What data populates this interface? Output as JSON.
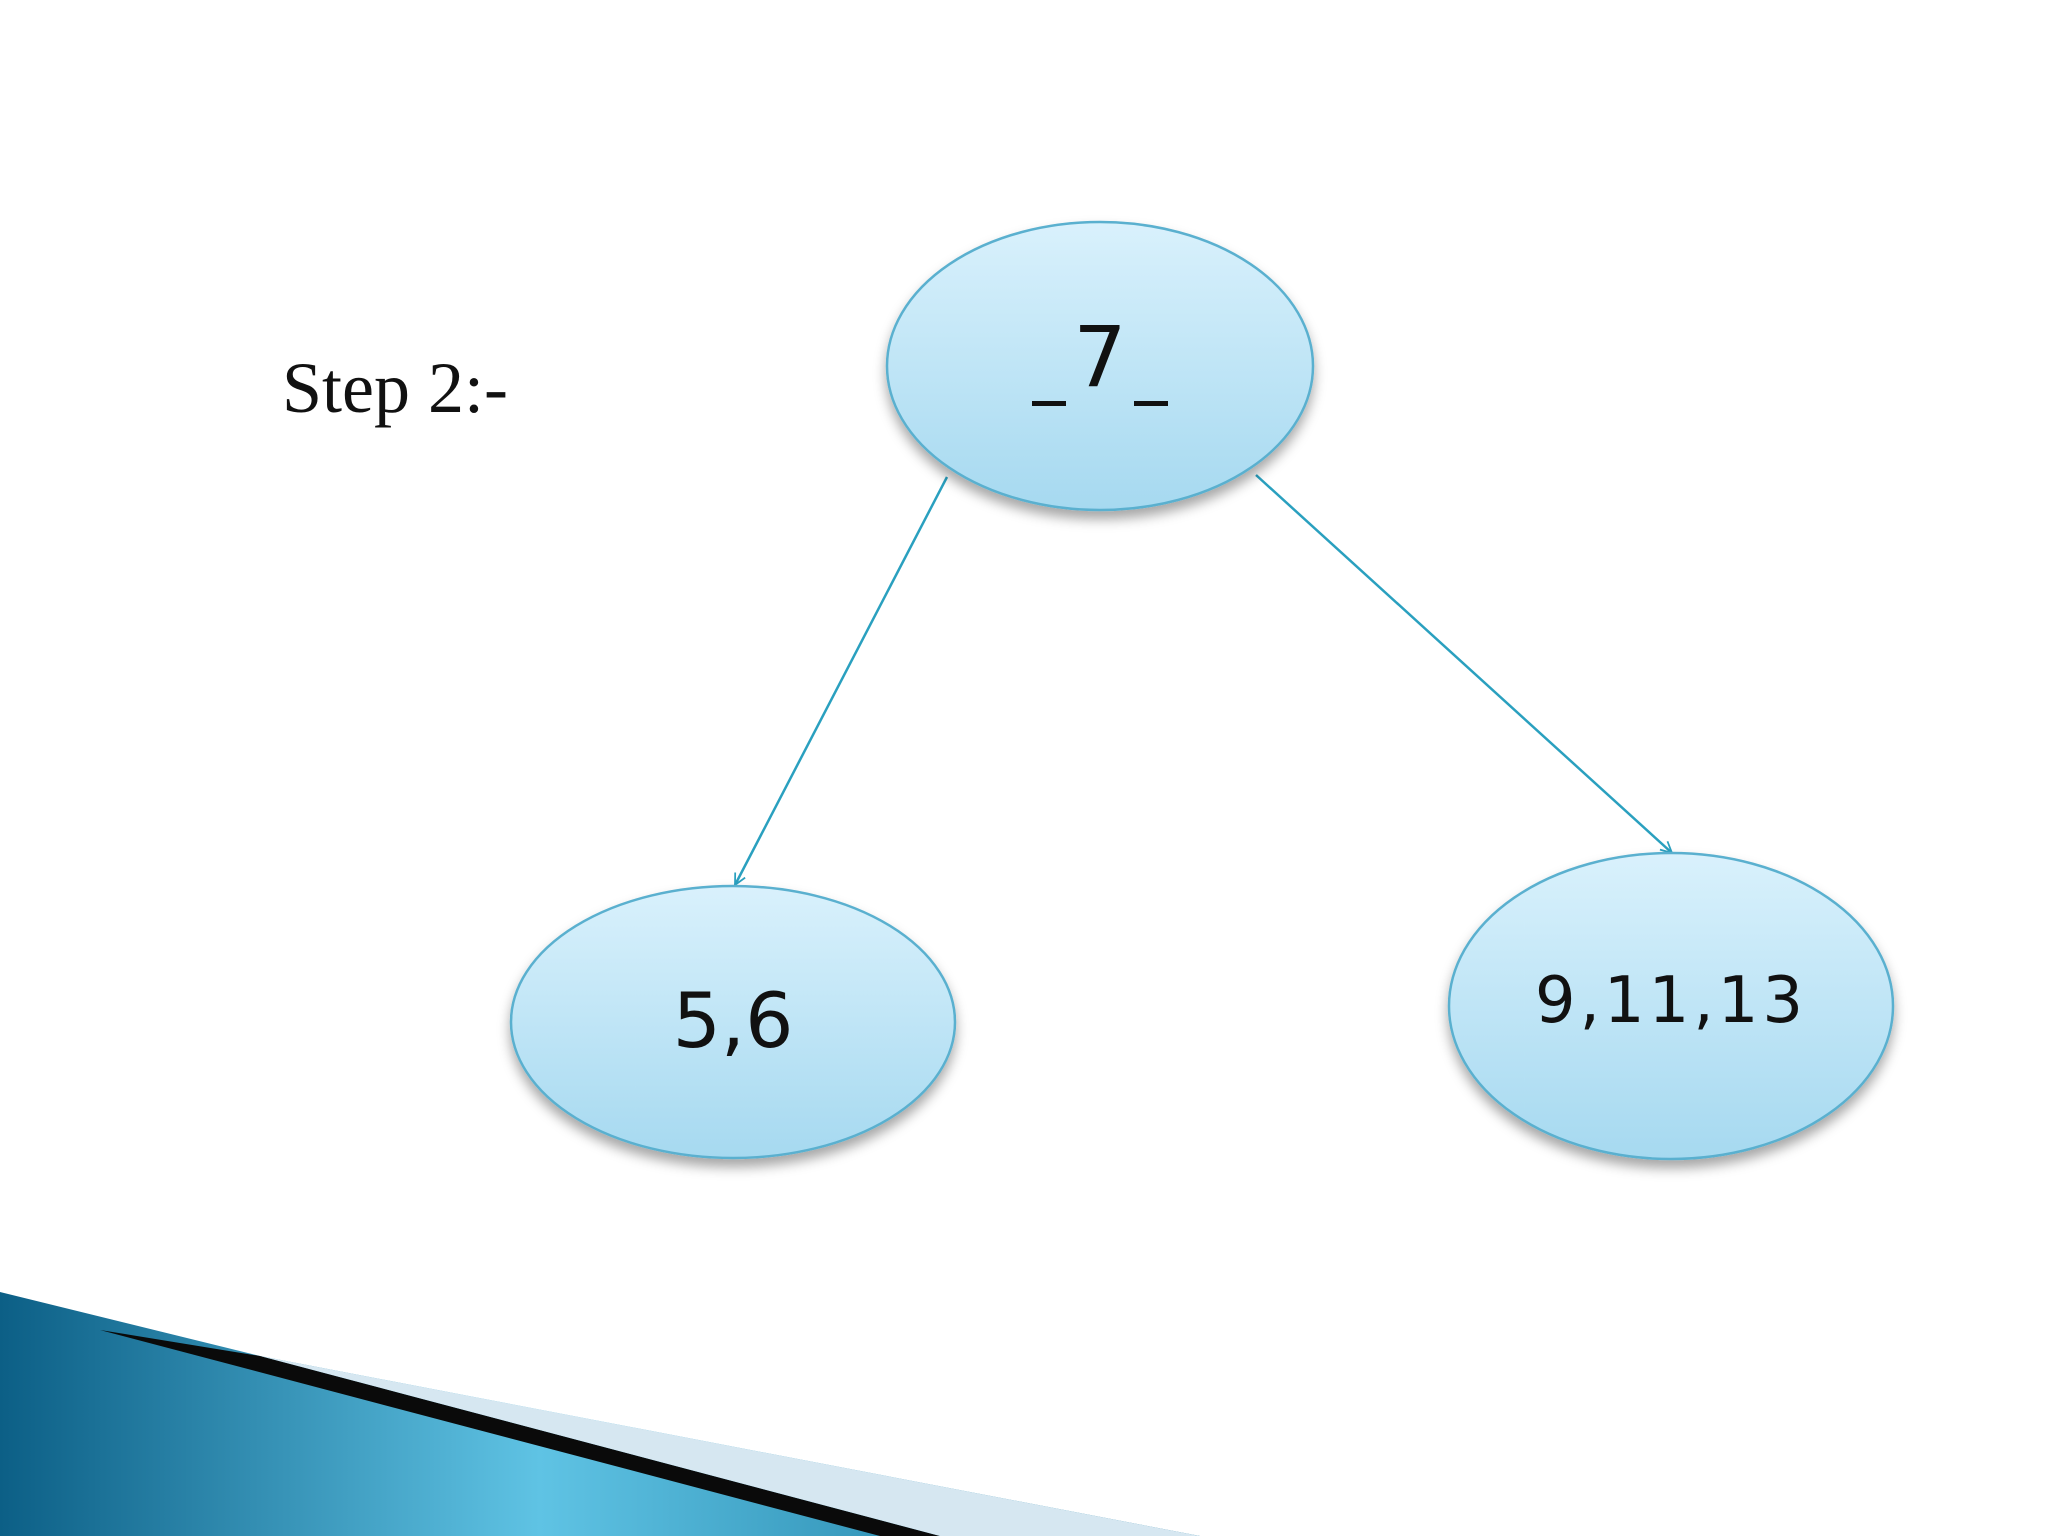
{
  "slide": {
    "step_label": "Step 2:-"
  },
  "nodes": {
    "root": {
      "label": "7"
    },
    "left": {
      "label": "5,6"
    },
    "right": {
      "label": "9,11,13"
    }
  },
  "colors": {
    "node_fill_top": "#d9f1fc",
    "node_fill_bottom": "#a6d9f0",
    "node_stroke": "#5ab0cf",
    "edge": "#2aa0bf",
    "banner_dark": "#0c5f86",
    "banner_light": "#5fc3e4"
  }
}
